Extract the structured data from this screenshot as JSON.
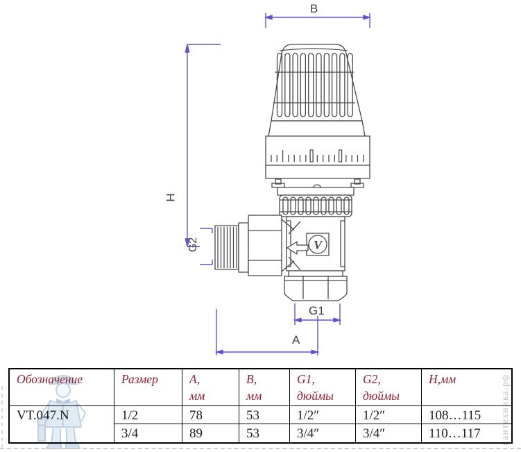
{
  "drawing": {
    "labels": {
      "b": "B",
      "h": "H",
      "g2": "G2",
      "g1": "G1",
      "a": "A"
    },
    "logo_letter": "V",
    "colors": {
      "dimension": "#5d54cf",
      "line": "#474747"
    }
  },
  "table": {
    "header_color": "#8c1f2f",
    "headers": [
      {
        "line1": "Обозначение",
        "line2": ""
      },
      {
        "line1": "Размер",
        "line2": ""
      },
      {
        "line1": "A,",
        "line2": "мм"
      },
      {
        "line1": "B,",
        "line2": "мм"
      },
      {
        "line1": "G1,",
        "line2": "дюймы"
      },
      {
        "line1": "G2,",
        "line2": "дюймы"
      },
      {
        "line1": "Н,мм",
        "line2": ""
      }
    ],
    "designation": "VT.047.N",
    "rows": [
      {
        "size": "1/2",
        "a": "78",
        "b": "53",
        "g1": "1/2″",
        "g2": "1/2″",
        "h": "108…115"
      },
      {
        "size": "3/4",
        "a": "89",
        "b": "53",
        "g1": "3/4″",
        "g2": "3/4″",
        "h": "110…117"
      }
    ]
  },
  "watermarks": {
    "site_text": "сантехника.рф"
  }
}
